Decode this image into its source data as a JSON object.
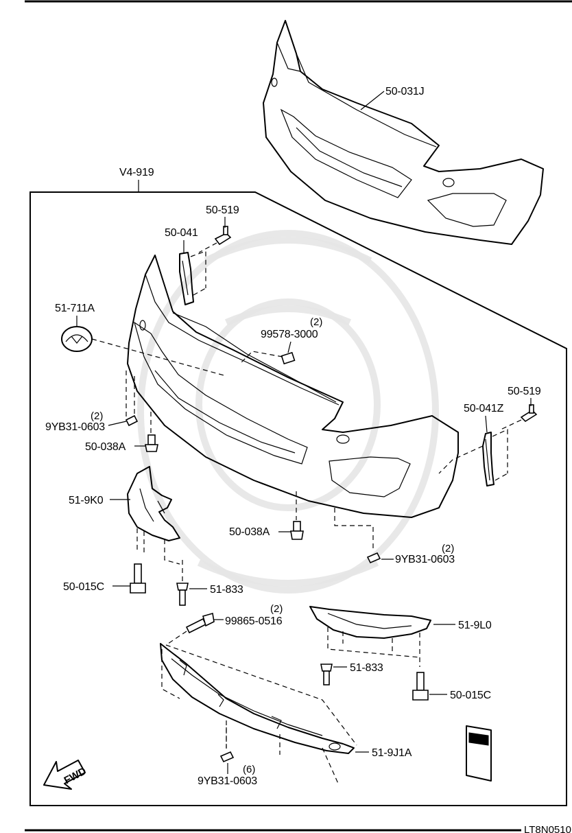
{
  "diagram": {
    "assembly_label": "V4-919",
    "parts": {
      "bumper_cover_upper": "50-031J",
      "bracket_left": "50-041",
      "bracket_right": "50-041Z",
      "clip_top_left": "50-519",
      "clip_top_right": "50-519",
      "emblem": "51-711A",
      "emblem_nut": "99578-3000",
      "emblem_nut_qty": "(2)",
      "nut_left": "9YB31-0603",
      "nut_left_qty": "(2)",
      "clip_left": "50-038A",
      "clip_center": "50-038A",
      "nut_center": "9YB31-0603",
      "nut_center_qty": "(2)",
      "deflector_left": "51-9K0",
      "bolt_left": "50-015C",
      "rivet_left": "51-833",
      "screw": "99865-0516",
      "screw_qty": "(2)",
      "deflector_right": "51-9L0",
      "rivet_right": "51-833",
      "bolt_right": "50-015C",
      "under_cover": "51-9J1A",
      "nut_bottom": "9YB31-0603",
      "nut_bottom_qty": "(6)"
    },
    "fwd_label": "FWD",
    "footer_code": "LT8N0510"
  }
}
